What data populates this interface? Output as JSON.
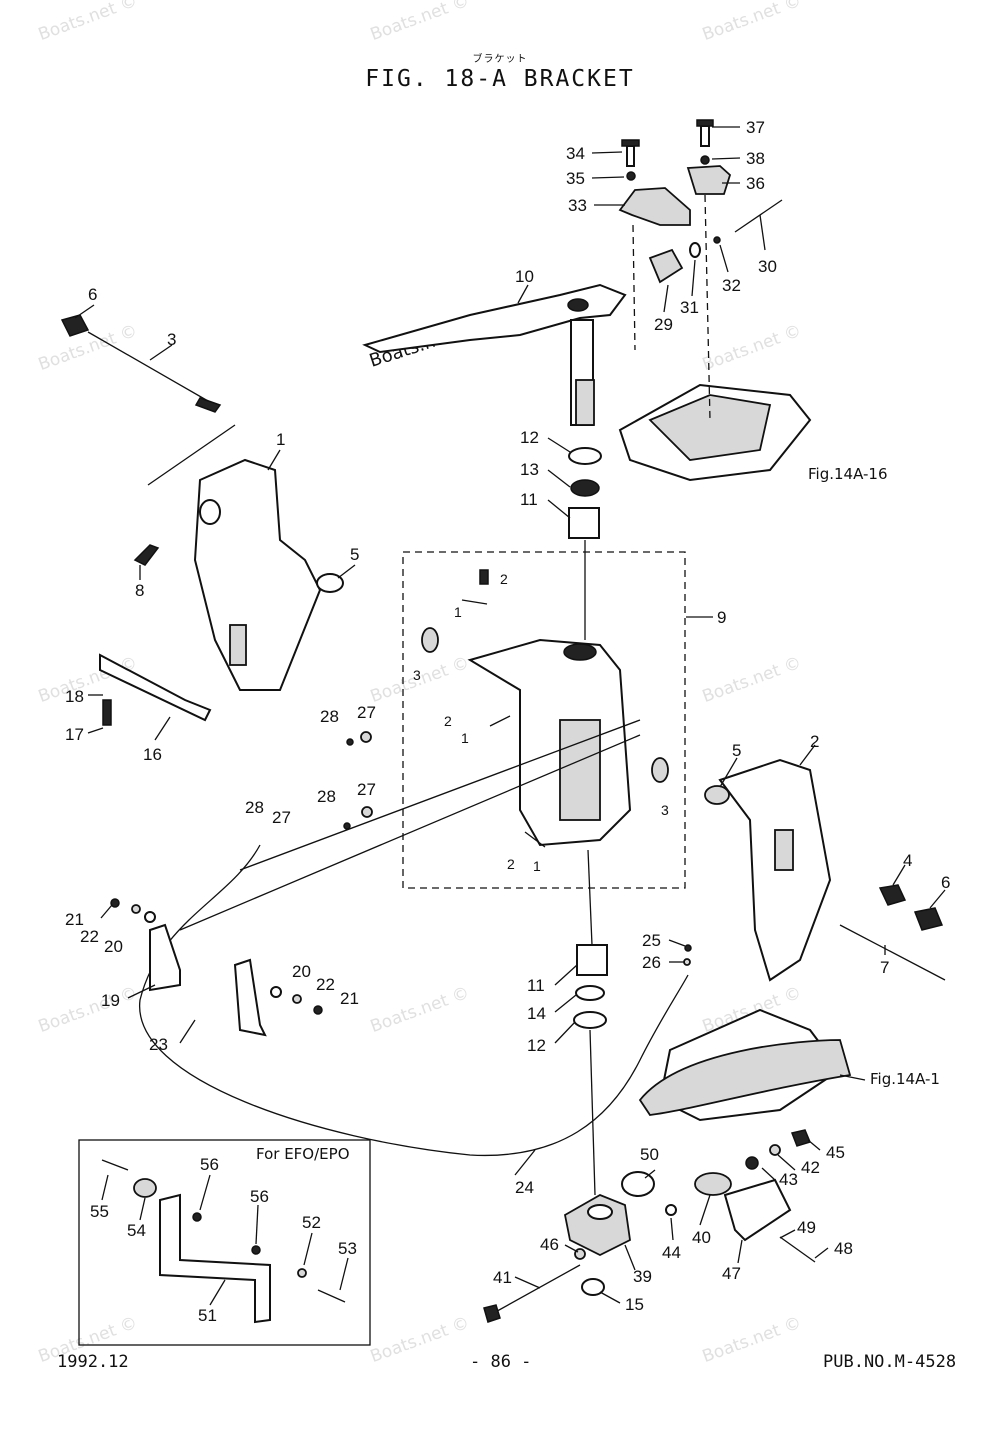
{
  "header": {
    "japanese_subtitle": "ブラケット",
    "title": "FIG. 18-A BRACKET"
  },
  "watermark": {
    "text": "Boats.net ©",
    "main": "Boats.net"
  },
  "figure_refs": {
    "top": "Fig.14A-16",
    "bottom": "Fig.14A-1"
  },
  "inset": {
    "caption": "For EFO/EPO"
  },
  "footer": {
    "date": "1992.12",
    "page": "- 86 -",
    "pub_no": "PUB.NO.M-4528"
  },
  "callouts": [
    {
      "id": "c37",
      "text": "37"
    },
    {
      "id": "c34",
      "text": "34"
    },
    {
      "id": "c38",
      "text": "38"
    },
    {
      "id": "c35",
      "text": "35"
    },
    {
      "id": "c36",
      "text": "36"
    },
    {
      "id": "c33",
      "text": "33"
    },
    {
      "id": "c30",
      "text": "30"
    },
    {
      "id": "c32",
      "text": "32"
    },
    {
      "id": "c31",
      "text": "31"
    },
    {
      "id": "c29",
      "text": "29"
    },
    {
      "id": "c10",
      "text": "10"
    },
    {
      "id": "c6a",
      "text": "6"
    },
    {
      "id": "c3a",
      "text": "3"
    },
    {
      "id": "c12a",
      "text": "12"
    },
    {
      "id": "c13",
      "text": "13"
    },
    {
      "id": "c11a",
      "text": "11"
    },
    {
      "id": "c1",
      "text": "1"
    },
    {
      "id": "c5a",
      "text": "5"
    },
    {
      "id": "c8",
      "text": "8"
    },
    {
      "id": "c2i1",
      "text": "2"
    },
    {
      "id": "c1i1",
      "text": "1"
    },
    {
      "id": "c9",
      "text": "9"
    },
    {
      "id": "c3i1",
      "text": "3"
    },
    {
      "id": "c18",
      "text": "18"
    },
    {
      "id": "c17",
      "text": "17"
    },
    {
      "id": "c16",
      "text": "16"
    },
    {
      "id": "c28a",
      "text": "28"
    },
    {
      "id": "c27a",
      "text": "27"
    },
    {
      "id": "c2i2",
      "text": "2"
    },
    {
      "id": "c1i2",
      "text": "1"
    },
    {
      "id": "c28b",
      "text": "28"
    },
    {
      "id": "c27b",
      "text": "27"
    },
    {
      "id": "c3i2",
      "text": "3"
    },
    {
      "id": "c5b",
      "text": "5"
    },
    {
      "id": "c2",
      "text": "2"
    },
    {
      "id": "c28c",
      "text": "28"
    },
    {
      "id": "c27c",
      "text": "27"
    },
    {
      "id": "c2i3",
      "text": "2"
    },
    {
      "id": "c1i3",
      "text": "1"
    },
    {
      "id": "c4",
      "text": "4"
    },
    {
      "id": "c6b",
      "text": "6"
    },
    {
      "id": "c21a",
      "text": "21"
    },
    {
      "id": "c22a",
      "text": "22"
    },
    {
      "id": "c20a",
      "text": "20"
    },
    {
      "id": "c7",
      "text": "7"
    },
    {
      "id": "c25",
      "text": "25"
    },
    {
      "id": "c26",
      "text": "26"
    },
    {
      "id": "c19",
      "text": "19"
    },
    {
      "id": "c20b",
      "text": "20"
    },
    {
      "id": "c22b",
      "text": "22"
    },
    {
      "id": "c21b",
      "text": "21"
    },
    {
      "id": "c11b",
      "text": "11"
    },
    {
      "id": "c14",
      "text": "14"
    },
    {
      "id": "c12b",
      "text": "12"
    },
    {
      "id": "c23",
      "text": "23"
    },
    {
      "id": "c24",
      "text": "24"
    },
    {
      "id": "c45",
      "text": "45"
    },
    {
      "id": "c50",
      "text": "50"
    },
    {
      "id": "c42",
      "text": "42"
    },
    {
      "id": "c43",
      "text": "43"
    },
    {
      "id": "c49",
      "text": "49"
    },
    {
      "id": "c48",
      "text": "48"
    },
    {
      "id": "c40",
      "text": "40"
    },
    {
      "id": "c44",
      "text": "44"
    },
    {
      "id": "c47",
      "text": "47"
    },
    {
      "id": "c46",
      "text": "46"
    },
    {
      "id": "c39",
      "text": "39"
    },
    {
      "id": "c41",
      "text": "41"
    },
    {
      "id": "c15",
      "text": "15"
    },
    {
      "id": "c56a",
      "text": "56"
    },
    {
      "id": "c55",
      "text": "55"
    },
    {
      "id": "c54",
      "text": "54"
    },
    {
      "id": "c56b",
      "text": "56"
    },
    {
      "id": "c52",
      "text": "52"
    },
    {
      "id": "c53",
      "text": "53"
    },
    {
      "id": "c51",
      "text": "51"
    }
  ]
}
